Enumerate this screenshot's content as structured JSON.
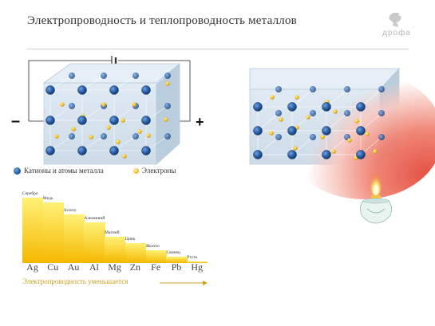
{
  "header": {
    "title": "Электропроводность и теплопроводность металлов",
    "logo_text": "дрофа"
  },
  "circuit": {
    "minus_sign": "–",
    "plus_sign": "+"
  },
  "legend": {
    "cations_label": "Катионы и атомы металла",
    "electrons_label": "Электроны",
    "cation_color": "#2a5fa8",
    "electron_color": "#f0c030"
  },
  "conductivity_chart": {
    "items": [
      {
        "symbol": "Ag",
        "name": "Серебро",
        "level": 1.0
      },
      {
        "symbol": "Cu",
        "name": "Медь",
        "level": 0.93
      },
      {
        "symbol": "Au",
        "name": "Золото",
        "level": 0.75
      },
      {
        "symbol": "Al",
        "name": "Алюминий",
        "level": 0.62
      },
      {
        "symbol": "Mg",
        "name": "Магний",
        "level": 0.4
      },
      {
        "symbol": "Zn",
        "name": "Цинк",
        "level": 0.3
      },
      {
        "symbol": "Fe",
        "name": "Железо",
        "level": 0.2
      },
      {
        "symbol": "Pb",
        "name": "Свинец",
        "level": 0.1
      },
      {
        "symbol": "Hg",
        "name": "Ртуть",
        "level": 0.03
      }
    ],
    "caption": "Электропроводность уменьшается",
    "bar_color_top": "#fff176",
    "bar_color_bottom": "#f5b800"
  }
}
